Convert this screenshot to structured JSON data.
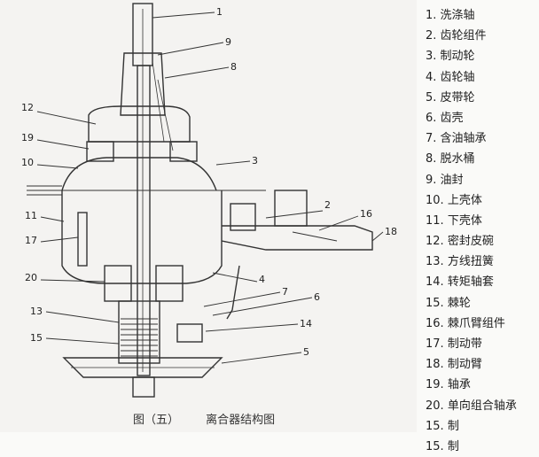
{
  "caption": {
    "figure_no": "图（五）",
    "title": "离合器结构图"
  },
  "callouts": [
    "1",
    "9",
    "8",
    "12",
    "19",
    "10",
    "3",
    "11",
    "17",
    "2",
    "16",
    "18",
    "20",
    "4",
    "7",
    "6",
    "13",
    "14",
    "15",
    "5"
  ],
  "legend": [
    {
      "num": "1.",
      "label": "洗涤轴"
    },
    {
      "num": "2.",
      "label": "齿轮组件"
    },
    {
      "num": "3.",
      "label": "制动轮"
    },
    {
      "num": "4.",
      "label": "齿轮轴"
    },
    {
      "num": "5.",
      "label": "皮带轮"
    },
    {
      "num": "6.",
      "label": "齿壳"
    },
    {
      "num": "7.",
      "label": "含油轴承"
    },
    {
      "num": "8.",
      "label": "脱水桶"
    },
    {
      "num": "9.",
      "label": "油封"
    },
    {
      "num": "10.",
      "label": "上壳体"
    },
    {
      "num": "11.",
      "label": "下壳体"
    },
    {
      "num": "12.",
      "label": "密封皮碗"
    },
    {
      "num": "13.",
      "label": "方线扭簧"
    },
    {
      "num": "14.",
      "label": "转矩轴套"
    },
    {
      "num": "15.",
      "label": "棘轮"
    },
    {
      "num": "16.",
      "label": "棘爪臂组件"
    },
    {
      "num": "17.",
      "label": "制动带"
    },
    {
      "num": "18.",
      "label": "制动臂"
    },
    {
      "num": "19.",
      "label": "轴承"
    },
    {
      "num": "20.",
      "label": "单向组合轴承"
    },
    {
      "num": "15.",
      "label": "制"
    },
    {
      "num": "15.",
      "label": "制"
    }
  ]
}
